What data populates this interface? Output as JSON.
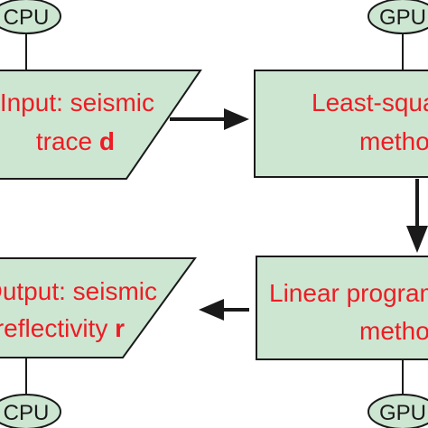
{
  "colors": {
    "box_fill": "#cde6d2",
    "text_red": "#ee1c24",
    "stroke": "#1a1a1a",
    "background": "#ffffff"
  },
  "nodes": {
    "top_left_badge": "CPU",
    "top_right_badge": "GPU",
    "bottom_left_badge": "CPU",
    "bottom_right_badge": "GPU",
    "input": {
      "line1": "Input: seismic",
      "line2_prefix": "trace ",
      "line2_bold": "d"
    },
    "least_squares": {
      "line1": "Least-squares",
      "line2": "method"
    },
    "linear_programming": {
      "line1": "Linear programming",
      "line2": "method"
    },
    "output": {
      "line1": "Output: seismic",
      "line2_prefix": "reflectivity ",
      "line2_bold": "r"
    }
  }
}
